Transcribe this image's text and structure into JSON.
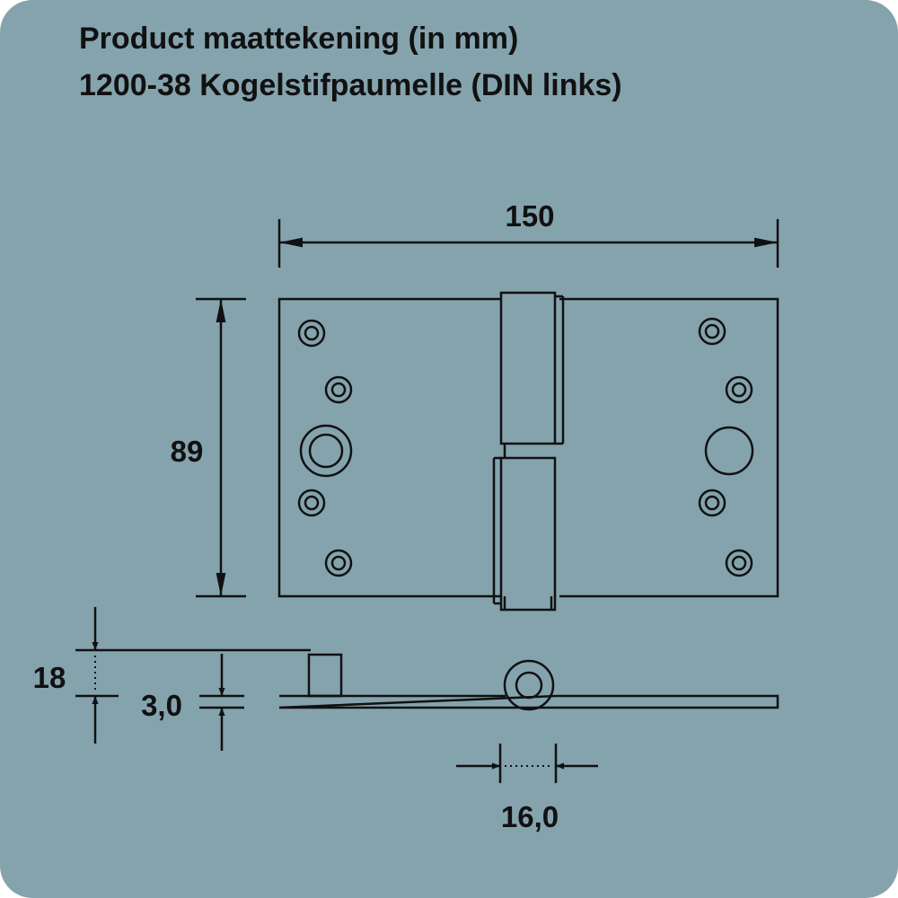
{
  "title_line1": "Product maattekening (in mm)",
  "title_line2": "1200-38 Kogelstifpaumelle (DIN links)",
  "dimensions": {
    "width": "150",
    "height": "89",
    "pin_height": "18",
    "leaf_thickness": "3,0",
    "knuckle_diameter": "16,0"
  },
  "colors": {
    "background": "#84a3ad",
    "line": "#111111"
  }
}
